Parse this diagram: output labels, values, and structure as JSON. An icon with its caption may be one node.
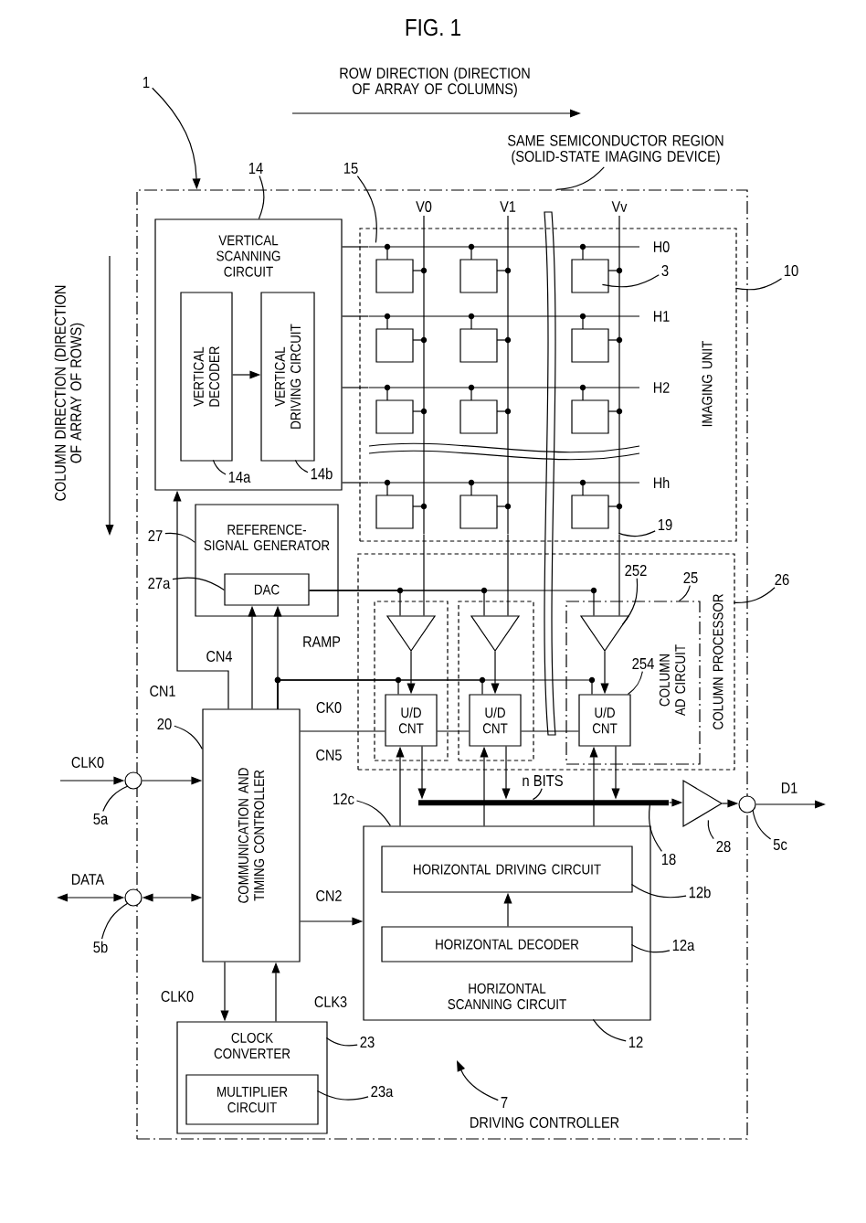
{
  "diagram": {
    "title": "FIG. 1",
    "nodes": [
      {
        "text": [],
        "shape": "box"
      },
      {
        "text": [
          "SAME SEMICONDUCTOR REGION (SOLID-STATE IMAGING DEVICE)"
        ]
      },
      {
        "text": [
          "1"
        ]
      },
      {
        "text": [
          "VERTICAL SCANNING CIRCUIT"
        ],
        "in": 0
      },
      {
        "text": [
          "VERTICAL DECODER"
        ],
        "in": 3
      },
      {
        "text": [
          "VERTICAL DRIVING CIRCUIT"
        ],
        "in": 3
      },
      {
        "text": [
          "IMAGING UNIT"
        ],
        "in": 0
      },
      {
        "text": [
          "REFERENCE- SIGNAL GENERATOR"
        ],
        "in": 0
      },
      {
        "text": [
          "DAC"
        ],
        "in": 7
      },
      {
        "text": [
          "COLUMN PROCESSOR"
        ],
        "in": 0
      },
      {
        "text": [],
        "shape": "box",
        "in": 9
      },
      {
        "text": [],
        "shape": "box",
        "in": 9
      },
      {
        "text": [
          "COLUMN AD CIRCUIT"
        ],
        "in": 9
      },
      {
        "text": [],
        "shape": "triangle",
        "in": 10
      },
      {
        "text": [],
        "shape": "triangle",
        "in": 11
      },
      {
        "text": [],
        "shape": "triangle",
        "in": 12
      },
      {
        "text": [
          "U/D CNT"
        ],
        "in": 10
      },
      {
        "text": [
          "U/D CNT"
        ],
        "in": 11
      },
      {
        "text": [
          "U/D CNT"
        ],
        "in": 12
      },
      {
        "text": [
          "COMMUNICATION AND TIMING CONTROLLER"
        ],
        "in": 0
      },
      {
        "text": [],
        "shape": "circle"
      },
      {
        "text": [],
        "shape": "circle"
      },
      {
        "text": [
          "HORIZONTAL SCANNING CIRCUIT"
        ],
        "in": 0
      },
      {
        "text": [
          "HORIZONTAL DRIVING CIRCUIT"
        ],
        "in": 22
      },
      {
        "text": [
          "HORIZONTAL DECODER"
        ],
        "in": 22
      },
      {
        "text": [],
        "shape": "triangle",
        "in": 0
      },
      {
        "text": [],
        "shape": "circle"
      },
      {
        "text": [
          "CLOCK CONVERTER"
        ],
        "in": 0
      },
      {
        "text": [
          "MULTIPLIER CIRCUIT"
        ],
        "in": 27
      },
      {
        "text": [
          "14"
        ]
      },
      {
        "text": [
          "15"
        ]
      },
      {
        "text": [
          "3"
        ],
        "in": 6
      },
      {
        "text": [
          "10"
        ]
      },
      {
        "text": [
          "14a"
        ],
        "in": 3
      },
      {
        "text": [
          "14b"
        ],
        "in": 3
      },
      {
        "text": [
          "27"
        ],
        "in": 0
      },
      {
        "text": [
          "27a"
        ],
        "in": 0
      },
      {
        "text": [
          "19"
        ],
        "in": 6
      },
      {
        "text": [
          "252"
        ],
        "in": 9
      },
      {
        "text": [
          "25"
        ],
        "in": 9
      },
      {
        "text": [
          "26"
        ]
      },
      {
        "text": [
          "254"
        ],
        "in": 12
      },
      {
        "text": [
          "20"
        ],
        "in": 0
      },
      {
        "text": [
          "12c"
        ],
        "in": 0
      },
      {
        "text": [
          "5a"
        ]
      },
      {
        "text": [
          "5b"
        ]
      },
      {
        "text": [
          "23"
        ],
        "in": 0
      },
      {
        "text": [
          "23a"
        ],
        "in": 0
      },
      {
        "text": [
          "18"
        ],
        "in": 0
      },
      {
        "text": [
          "28"
        ],
        "in": 0
      },
      {
        "text": [
          "5c"
        ]
      },
      {
        "text": [
          "12b"
        ],
        "in": 0
      },
      {
        "text": [
          "12a"
        ],
        "in": 0
      },
      {
        "text": [
          "12"
        ],
        "in": 0
      },
      {
        "text": [
          "7"
        ],
        "in": 0
      },
      {
        "text": [],
        "shape": "bar",
        "in": 0
      },
      {
        "text": [
          "n BITS"
        ],
        "in": 0
      },
      {
        "text": [],
        "shape": "picture",
        "in": 6
      }
    ],
    "edges": [
      {
        "from": 1,
        "to": 0,
        "arrow": "none"
      },
      {
        "from": 2,
        "to": 0,
        "arrow": "to"
      },
      {
        "from": 4,
        "to": 5,
        "arrow": "to"
      },
      {
        "from": 3,
        "to": 57,
        "arrow": "none"
      },
      {
        "from": 3,
        "to": 57,
        "arrow": "none"
      },
      {
        "from": 3,
        "to": 57,
        "arrow": "none"
      },
      {
        "from": 3,
        "to": 57,
        "arrow": "none"
      },
      {
        "from": 57,
        "to": 13,
        "arrow": "none"
      },
      {
        "from": 57,
        "to": 14,
        "arrow": "none"
      },
      {
        "from": 57,
        "to": 15,
        "arrow": "none"
      },
      {
        "from": 8,
        "to": 13,
        "arrow": "none",
        "label": "RAMP"
      },
      {
        "from": 8,
        "to": 14,
        "arrow": "none"
      },
      {
        "from": 8,
        "to": 15,
        "arrow": "none"
      },
      {
        "from": 19,
        "to": 8,
        "arrow": "to",
        "label": "CN4"
      },
      {
        "from": 19,
        "to": 8,
        "arrow": "to"
      },
      {
        "from": 19,
        "to": 3,
        "arrow": "to",
        "label": "CN1"
      },
      {
        "from": 19,
        "to": 16,
        "arrow": "none",
        "label": "CK0"
      },
      {
        "from": 19,
        "to": 17,
        "arrow": "none"
      },
      {
        "from": 19,
        "to": 18,
        "arrow": "none"
      },
      {
        "from": 13,
        "to": 16,
        "arrow": "to"
      },
      {
        "from": 14,
        "to": 17,
        "arrow": "to"
      },
      {
        "from": 15,
        "to": 18,
        "arrow": "to"
      },
      {
        "from": 19,
        "to": 16,
        "arrow": "none",
        "label": "CN5"
      },
      {
        "from": 16,
        "to": 17,
        "arrow": "none"
      },
      {
        "from": 17,
        "to": 18,
        "arrow": "none"
      },
      {
        "from": 16,
        "to": 55,
        "arrow": "to"
      },
      {
        "from": 17,
        "to": 55,
        "arrow": "to"
      },
      {
        "from": 18,
        "to": 55,
        "arrow": "to"
      },
      {
        "from": 22,
        "to": 16,
        "arrow": "to"
      },
      {
        "from": 22,
        "to": 17,
        "arrow": "to"
      },
      {
        "from": 22,
        "to": 18,
        "arrow": "to"
      },
      {
        "from": 24,
        "to": 23,
        "arrow": "to"
      },
      {
        "from": 19,
        "to": 22,
        "arrow": "to",
        "label": "CN2"
      },
      {
        "from": 19,
        "to": 27,
        "arrow": "to",
        "label": "CLK0"
      },
      {
        "from": 27,
        "to": 19,
        "arrow": "to",
        "label": "CLK3"
      },
      {
        "from": null,
        "to": 20,
        "arrow": "to",
        "label": "CLK0"
      },
      {
        "from": 20,
        "to": 19,
        "arrow": "to"
      },
      {
        "from": null,
        "to": 21,
        "arrow": "both",
        "label": "DATA"
      },
      {
        "from": 21,
        "to": 19,
        "arrow": "both"
      },
      {
        "from": 25,
        "to": 26,
        "arrow": "to"
      },
      {
        "from": 26,
        "to": null,
        "arrow": "to",
        "label": "D1"
      },
      {
        "from": 29,
        "to": 3,
        "arrow": "none"
      },
      {
        "from": 30,
        "to": 57,
        "arrow": "none"
      },
      {
        "from": 31,
        "to": 57,
        "arrow": "none"
      },
      {
        "from": 32,
        "to": 6,
        "arrow": "none"
      },
      {
        "from": 33,
        "to": 4,
        "arrow": "none"
      },
      {
        "from": 34,
        "to": 5,
        "arrow": "none"
      },
      {
        "from": 35,
        "to": 7,
        "arrow": "none"
      },
      {
        "from": 36,
        "to": 8,
        "arrow": "none"
      },
      {
        "from": 37,
        "to": 57,
        "arrow": "none"
      },
      {
        "from": 38,
        "to": 15,
        "arrow": "none"
      },
      {
        "from": 39,
        "to": 12,
        "arrow": "none"
      },
      {
        "from": 40,
        "to": 9,
        "arrow": "none"
      },
      {
        "from": 41,
        "to": 18,
        "arrow": "none"
      },
      {
        "from": 42,
        "to": 19,
        "arrow": "none"
      },
      {
        "from": 43,
        "to": 22,
        "arrow": "none"
      },
      {
        "from": 44,
        "to": 20,
        "arrow": "none"
      },
      {
        "from": 45,
        "to": 21,
        "arrow": "none"
      },
      {
        "from": 46,
        "to": 27,
        "arrow": "none"
      },
      {
        "from": 47,
        "to": 28,
        "arrow": "none"
      },
      {
        "from": 48,
        "to": 55,
        "arrow": "none"
      },
      {
        "from": 49,
        "to": 25,
        "arrow": "none"
      },
      {
        "from": 50,
        "to": 26,
        "arrow": "none"
      },
      {
        "from": 51,
        "to": 23,
        "arrow": "none"
      },
      {
        "from": 52,
        "to": 24,
        "arrow": "none"
      },
      {
        "from": 53,
        "to": 22,
        "arrow": "none"
      },
      {
        "from": 54,
        "to": null,
        "arrow": "to"
      },
      {
        "from": 55,
        "to": 25,
        "arrow": "to"
      },
      {
        "from": 56,
        "to": 55,
        "arrow": "none"
      }
    ],
    "labels": [
      "ROW DIRECTION (DIRECTION OF ARRAY OF COLUMNS)",
      "COLUMN DIRECTION (DIRECTION OF ARRAY OF ROWS)",
      "V0",
      "V1",
      "Vv",
      "H0",
      "H1",
      "H2",
      "Hh",
      "DRIVING CONTROLLER"
    ]
  }
}
